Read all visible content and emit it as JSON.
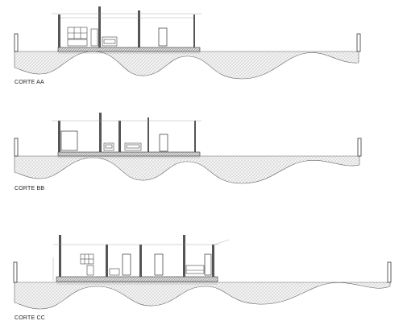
{
  "sections": [
    {
      "id": "aa",
      "label": "CORTE AA"
    },
    {
      "id": "bb",
      "label": "CORTE BB"
    },
    {
      "id": "cc",
      "label": "CORTE CC"
    }
  ]
}
